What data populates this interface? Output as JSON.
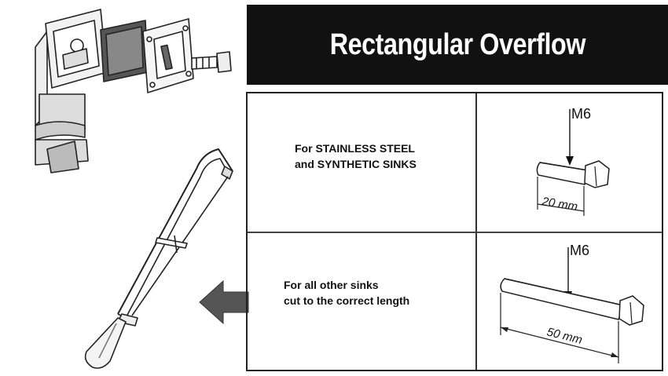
{
  "header": {
    "title": "Rectangular Overflow"
  },
  "cells": {
    "top_left": {
      "line1": "For STAINLESS STEEL",
      "line2": "and SYNTHETIC SINKS"
    },
    "top_right": {
      "thread": "M6",
      "length": "20 mm"
    },
    "bottom_left": {
      "line1": "For all other sinks",
      "line2": "cut to the correct length"
    },
    "bottom_right": {
      "thread": "M6",
      "length": "50 mm"
    }
  },
  "colors": {
    "header_bg": "#111111",
    "header_text": "#ffffff",
    "arrow": "#555555"
  },
  "icons": [
    "overflow-assembly-illustration",
    "hacksaw-illustration",
    "arrow-left-icon",
    "bolt-20mm-icon",
    "bolt-50mm-icon"
  ]
}
